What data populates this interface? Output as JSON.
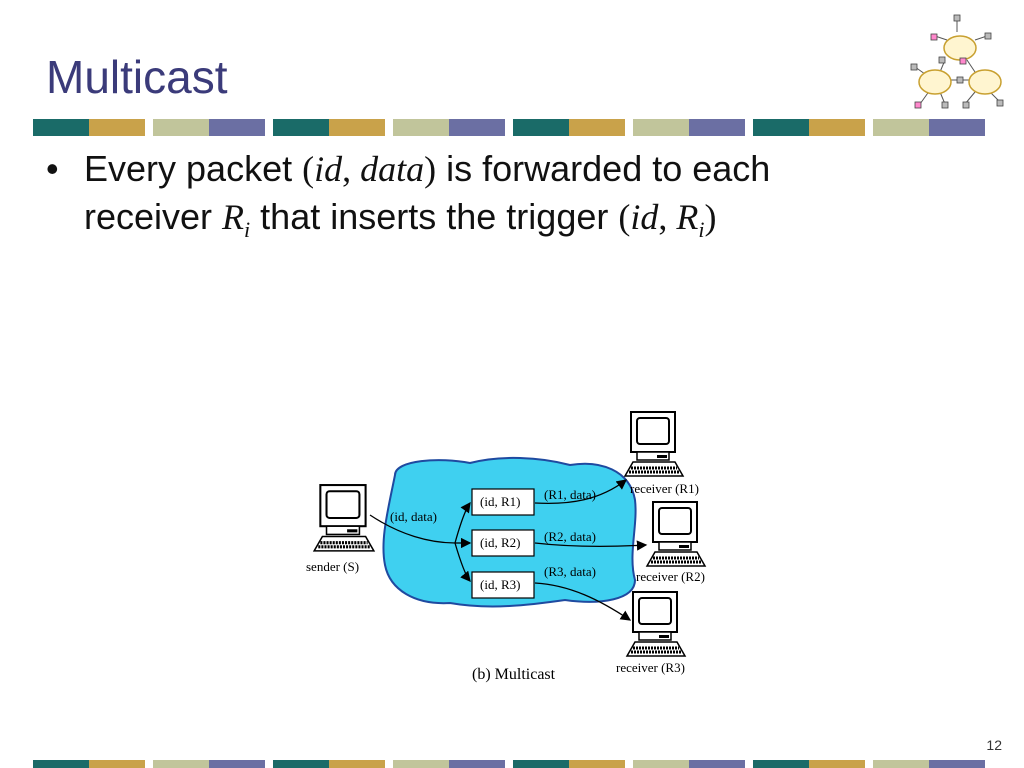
{
  "slide": {
    "title": "Multicast",
    "page_number": "12"
  },
  "bullet": {
    "marker": "•",
    "part1": "Every packet ",
    "paren_open": "(",
    "id1": "id",
    "comma1": ", ",
    "data": "data",
    "paren_close": ")",
    "part2": " is forwarded to each",
    "part3": "receiver ",
    "R": "R",
    "i": "i",
    "part4": " that inserts the trigger ",
    "paren_open2": "(",
    "id2": "id",
    "comma2": ", ",
    "R2": "R",
    "i2": "i",
    "paren_close2": ")"
  },
  "diagram": {
    "sender_label": "sender (S)",
    "receiver1_label": "receiver (R1)",
    "receiver2_label": "receiver (R2)",
    "receiver3_label": "receiver (R3)",
    "trigger1": "(id, R1)",
    "trigger2": "(id, R2)",
    "trigger3": "(id, R3)",
    "in_packet": "(id, data)",
    "out1": "(R1, data)",
    "out2": "(R2, data)",
    "out3": "(R3, data)",
    "caption": "(b) Multicast",
    "cloud_color": "#3fd0f0"
  },
  "colors": {
    "title": "#3b3b7a",
    "stripe": [
      "#1a6b68",
      "#c9a24a",
      "#c1c59b",
      "#6b6fa3"
    ]
  }
}
